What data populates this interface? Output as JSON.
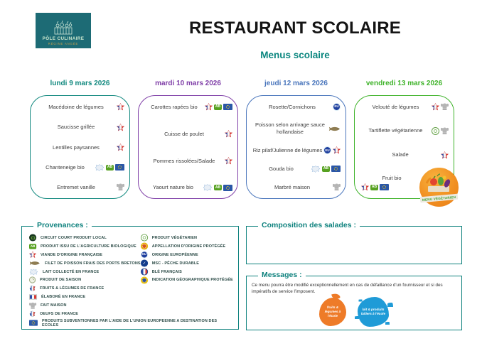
{
  "logo": {
    "title": "PÔLE CULINAIRE",
    "subtitle": "RÉGINE ANGÉE"
  },
  "header": {
    "title": "RESTAURANT SCOLAIRE",
    "subtitle": "Menus scolaire"
  },
  "accent_color": "#0f827e",
  "days": [
    {
      "label": "lundi 9 mars 2026",
      "color": "#12897f",
      "items": [
        {
          "name": "Macédoine de légumes",
          "icons": [
            "france-local"
          ]
        },
        {
          "name": "Saucisse grillée",
          "icons": [
            "france-local"
          ]
        },
        {
          "name": "Lentilles paysannes",
          "icons": [
            "france-local"
          ]
        },
        {
          "name": "Chanteneige bio",
          "icons": [
            "lait-france",
            "ab-bio",
            "eu-flag"
          ]
        },
        {
          "name": "Entremet vanille",
          "icons": [
            "fait-maison"
          ]
        }
      ]
    },
    {
      "label": "mardi 10 mars 2026",
      "color": "#8040a8",
      "items": [
        {
          "name": "Carottes rapées bio",
          "icons": [
            "france-local",
            "ab-bio",
            "eu-flag"
          ]
        },
        {
          "name": "Cuisse de poulet",
          "icons": [
            "france-local"
          ]
        },
        {
          "name": "Pommes rissolées/Salade",
          "icons": [
            "france-local"
          ]
        },
        {
          "name": "Yaourt nature bio",
          "icons": [
            "lait-france",
            "ab-bio",
            "eu-flag"
          ]
        }
      ]
    },
    {
      "label": "jeudi 12 mars 2026",
      "color": "#4a76bc",
      "items": [
        {
          "name": "Rosette/Cornichons",
          "icons": [
            "origine-ue"
          ]
        },
        {
          "name": "Poisson selon arrivage sauce hollandaise",
          "icons": [
            "poisson"
          ]
        },
        {
          "name": "Riz pilaf/Julienne de légumes",
          "icons": [
            "origine-ue",
            "france-local"
          ]
        },
        {
          "name": "Gouda bio",
          "icons": [
            "lait-france",
            "ab-bio",
            "eu-flag"
          ]
        },
        {
          "name": "Marbré maison",
          "icons": [
            "fait-maison"
          ]
        }
      ]
    },
    {
      "label": "vendredi 13 mars 2026",
      "color": "#3fb32a",
      "badge": "MENU VÉGÉTARIEN",
      "items": [
        {
          "name": "Velouté de légumes",
          "icons": [
            "france-local",
            "fait-maison"
          ]
        },
        {
          "name": "Tartiflette végétarienne",
          "icons": [
            "vegetarien",
            "fait-maison"
          ]
        },
        {
          "name": "Salade",
          "icons": [
            "france-local"
          ]
        },
        {
          "name": "Fruit bio",
          "icons": [
            "france-local",
            "ab-bio",
            "eu-flag"
          ],
          "icons_below": true
        }
      ]
    }
  ],
  "provenances": {
    "title": "Provenances :",
    "left": [
      {
        "icon": "circuit-local",
        "label": "CIRCUIT COURT PRODUIT LOCAL"
      },
      {
        "icon": "ab-bio",
        "label": "PRODUIT ISSU DE L'AGRICULTURE BIOLOGIQUE"
      },
      {
        "icon": "france-local",
        "label": "VIANDE D'ORIGINE FRANÇAISE"
      },
      {
        "icon": "poisson",
        "label": "FILET DE POISSON FRAIS DES PORTS BRETONS"
      },
      {
        "icon": "lait-france",
        "label": "LAIT COLLECTÉ EN FRANCE"
      },
      {
        "icon": "saison",
        "label": "PRODUIT DE SAISON"
      },
      {
        "icon": "fruits-legumes",
        "label": "FRUITS & LÉGUMES DE FRANCE"
      },
      {
        "icon": "elabore-france",
        "label": "ÉLABORÉ EN FRANCE"
      },
      {
        "icon": "fait-maison",
        "label": "FAIT MAISON"
      },
      {
        "icon": "oeufs-france",
        "label": "OEUFS DE FRANCE"
      }
    ],
    "right": [
      {
        "icon": "vegetarien",
        "label": "PRODUIT VÉGÉTARIEN"
      },
      {
        "icon": "aop",
        "label": "APPELLATION D'ORIGINE PROTÉGÉE"
      },
      {
        "icon": "origine-ue",
        "label": "ORIGINE EUROPÉENNE"
      },
      {
        "icon": "msc",
        "label": "MSC - PÊCHE DURABLE"
      },
      {
        "icon": "ble-francais",
        "label": "BLÉ FRANÇAIS"
      },
      {
        "icon": "igp",
        "label": "INDICATION GÉOGRAPHIQUE PROTÉGÉE"
      }
    ],
    "bottom": {
      "icon": "eu-flag",
      "label": "PRODUITS SUBVENTIONNES PAR L'AIDE DE L'UNION EUROPEENNE A DESTINATION DES ECOLES"
    }
  },
  "composition": {
    "title": "Composition des salades :"
  },
  "messages": {
    "title": "Messages :",
    "text": "Ce menu pourra être modifié exceptionnellement en cas de défaillance d'un fournisseur et si des impératifs de service l'imposent.",
    "logos": [
      {
        "name": "fruits-legumes-ecole",
        "label": "fruits & légumes à l'école"
      },
      {
        "name": "lait-produits-laitiers-ecole",
        "label": "lait & produits laitiers à l'école"
      }
    ]
  }
}
